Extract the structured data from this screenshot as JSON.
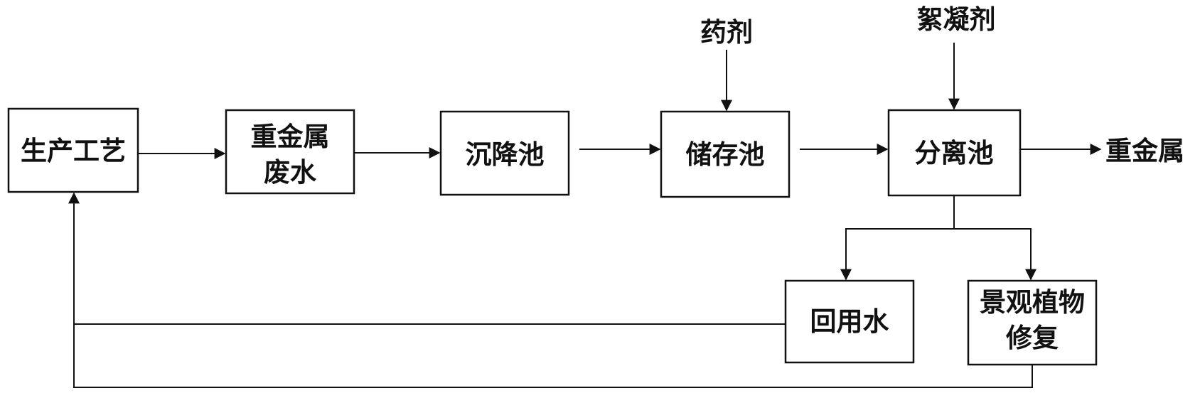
{
  "nodes": {
    "production_process": "生产工艺",
    "heavy_metal_wastewater_line1": "重金属",
    "heavy_metal_wastewater_line2": "废水",
    "settling_tank": "沉降池",
    "storage_tank": "储存池",
    "separation_tank": "分离池",
    "reused_water": "回用水",
    "landscape_plant_restoration_line1": "景观植物",
    "landscape_plant_restoration_line2": "修复"
  },
  "inputs": {
    "reagent": "药剂",
    "flocculant": "絮凝剂"
  },
  "outputs": {
    "heavy_metal": "重金属"
  }
}
